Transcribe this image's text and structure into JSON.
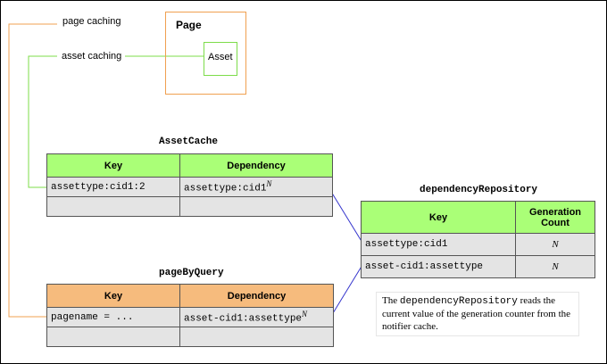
{
  "labels": {
    "page_caching": "page caching",
    "asset_caching": "asset caching",
    "page": "Page",
    "asset": "Asset"
  },
  "asset_cache": {
    "title": "AssetCache",
    "headers": [
      "Key",
      "Dependency"
    ],
    "rows": [
      {
        "key": "assettype:cid1:2",
        "dep": "assettype:cid1",
        "sup": "N"
      },
      {
        "key": "",
        "dep": "",
        "sup": ""
      }
    ]
  },
  "page_by_query": {
    "title": "pageByQuery",
    "headers": [
      "Key",
      "Dependency"
    ],
    "rows": [
      {
        "key": "pagename = ...",
        "dep": "asset-cid1:assettype",
        "sup": "N"
      },
      {
        "key": "",
        "dep": "",
        "sup": ""
      }
    ]
  },
  "dependency_repository": {
    "title": "dependencyRepository",
    "headers": [
      "Key",
      "Generation Count"
    ],
    "rows": [
      {
        "key": "assettype:cid1",
        "count": "N"
      },
      {
        "key": "asset-cid1:assettype",
        "count": "N"
      }
    ]
  },
  "note": {
    "prefix": "The ",
    "code": "dependencyRepository",
    "suffix": " reads the current value of the generation counter from the notifier cache."
  },
  "colors": {
    "orange_line": "#f0a050",
    "green_line": "#7ddc4a",
    "blue_line": "#3333cc",
    "green_header": "#aaff77",
    "orange_header": "#f6bb7d",
    "row_fill": "#e4e4e4"
  }
}
